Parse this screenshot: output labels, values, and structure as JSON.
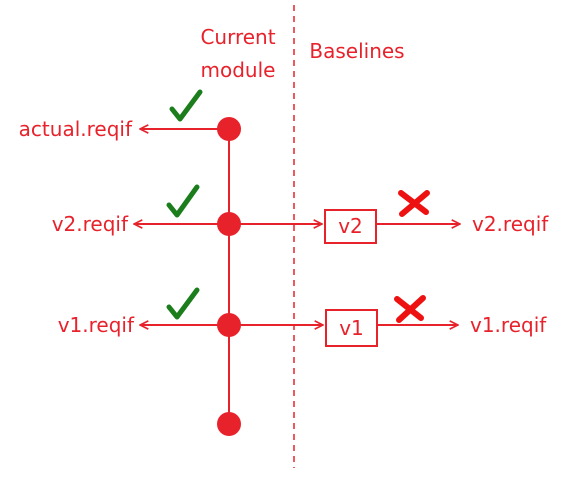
{
  "headers": {
    "current_line1": "Current",
    "current_line2": "module",
    "baselines": "Baselines"
  },
  "outputs": {
    "actual": "actual.reqif",
    "v2_left": "v2.reqif",
    "v1_left": "v1.reqif",
    "v2_right": "v2.reqif",
    "v1_right": "v1.reqif"
  },
  "baseline_boxes": {
    "v2": "v2",
    "v1": "v1"
  },
  "status": {
    "actual": "ok",
    "v2_current": "ok",
    "v1_current": "ok",
    "v2_baseline": "fail",
    "v1_baseline": "fail"
  },
  "colors": {
    "line": "#e8222b",
    "check": "#1b7d1b",
    "cross": "#ee1111"
  }
}
